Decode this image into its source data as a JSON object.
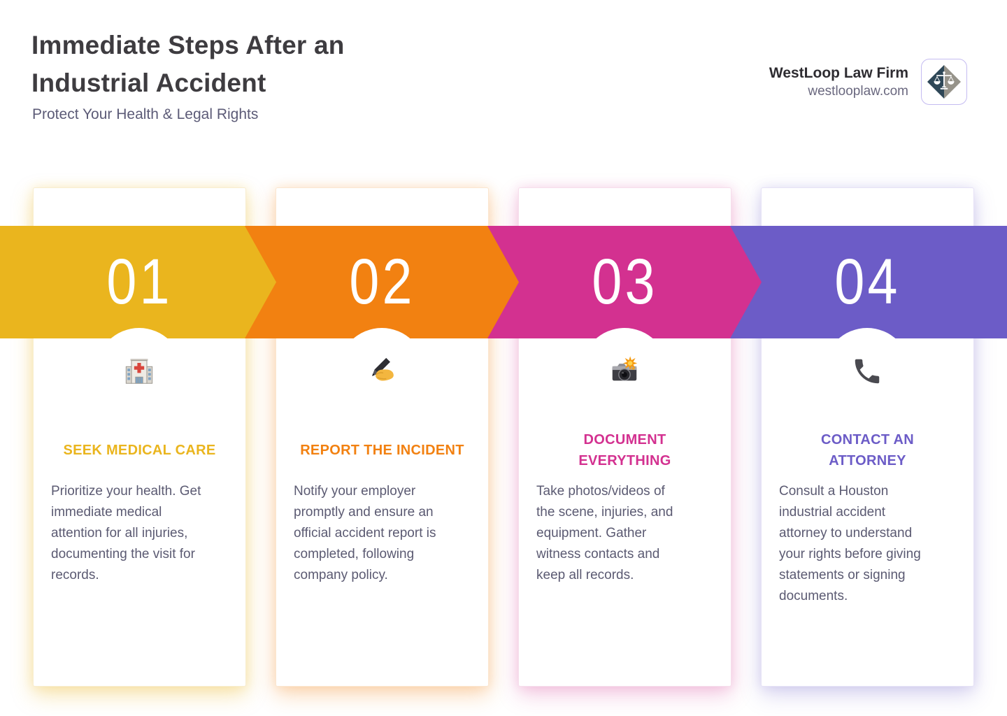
{
  "header": {
    "title": "Immediate Steps After an\nIndustrial Accident",
    "subtitle": "Protect Your Health & Legal Rights"
  },
  "brand": {
    "name": "WestLoop Law Firm",
    "website": "westlooplaw.com",
    "logo_icon": "scales-of-justice-icon",
    "logo_colors": {
      "diamond_left": "#2E4757",
      "diamond_right": "#96938A",
      "border": "#C4BBF1"
    }
  },
  "steps": [
    {
      "number": "01",
      "title": "SEEK MEDICAL CARE",
      "description": "Prioritize your health. Get\nimmediate medical\nattention for all injuries,\ndocumenting the visit for\nrecords.",
      "icon": "hospital-icon",
      "accent_color": "#EAB51E"
    },
    {
      "number": "02",
      "title": "REPORT THE INCIDENT",
      "description": "Notify your employer\npromptly and ensure an\nofficial accident report is\ncompleted, following\ncompany policy.",
      "icon": "writing-hand-icon",
      "accent_color": "#F28111"
    },
    {
      "number": "03",
      "title": "DOCUMENT\nEVERYTHING",
      "description": "Take photos/videos of\nthe scene, injuries, and\nequipment. Gather\nwitness contacts and\nkeep all records.",
      "icon": "camera-flash-icon",
      "accent_color": "#D33190"
    },
    {
      "number": "04",
      "title": "CONTACT AN\nATTORNEY",
      "description": "Consult a Houston\nindustrial accident\nattorney to understand\nyour rights before giving\nstatements or signing\ndocuments.",
      "icon": "phone-icon",
      "accent_color": "#6C5CC7"
    }
  ]
}
